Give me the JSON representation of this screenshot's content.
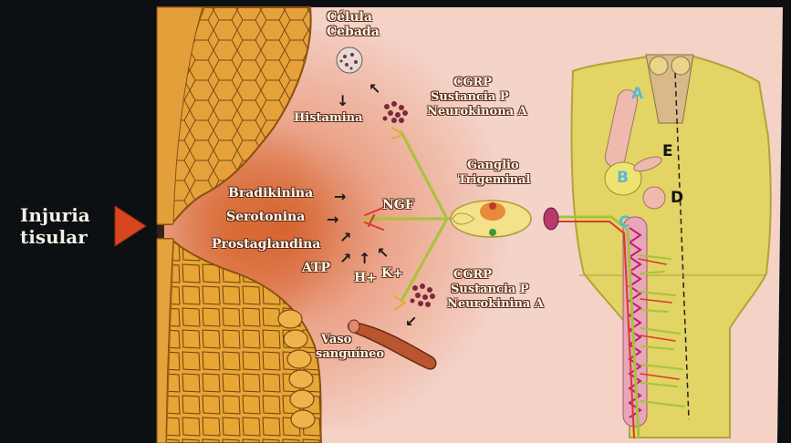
{
  "labels": {
    "celula_cebada": [
      "Célula",
      "Cebada"
    ],
    "histamina": "Histamina",
    "cgrp_top": [
      "CGRP",
      "Sustancia P",
      "Neurokinona A"
    ],
    "ganglio": [
      "Ganglio",
      "Trigeminal"
    ],
    "bradikinina": "Bradikinina",
    "serotonina": "Serotonina",
    "ngf": "NGF",
    "prostaglandina": "Prostaglandina",
    "atp": "ATP",
    "h_ion": "H+",
    "k_ion": "K+",
    "cgrp_bottom": [
      "CGRP",
      "Sustancia P",
      "Neurokinina A"
    ],
    "vaso": [
      "Vaso",
      "sanguíneo"
    ],
    "injuria": [
      "Injuria",
      "tisular"
    ]
  },
  "letters": {
    "a": "A",
    "b": "B",
    "c": "C",
    "d": "D",
    "e": "E"
  },
  "colors": {
    "frame": "#0d1013",
    "tissue": "#f3cfc4",
    "inflammation": "#d8662f",
    "skin": "#e09a2c",
    "brainstem": "#e3d56a",
    "fiber_green": "#a6c438",
    "fiber_red": "#d83a2a",
    "arrowhead": "#d8461f"
  }
}
